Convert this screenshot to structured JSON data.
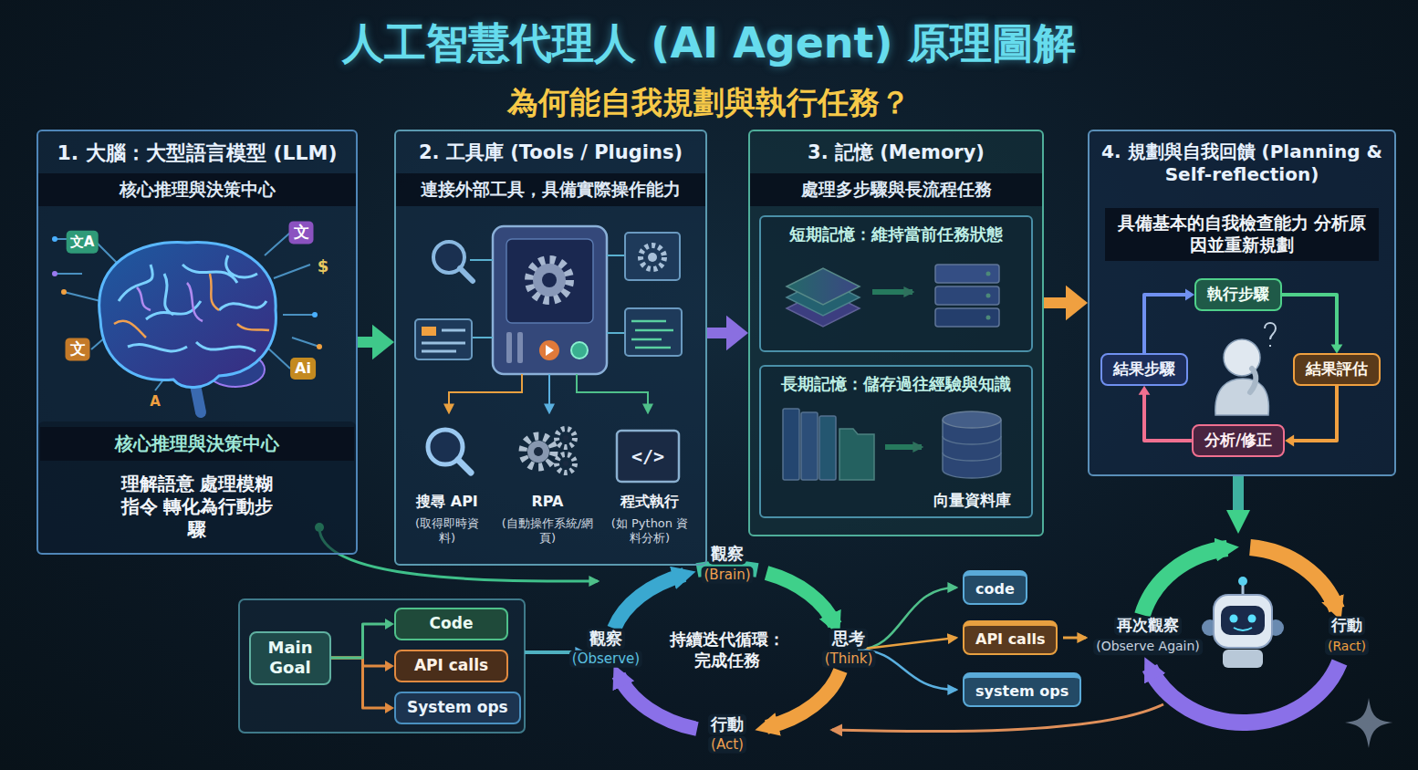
{
  "diagram": {
    "title": "人工智慧代理人 (AI Agent) 原理圖解",
    "nodes": [
      {
        "text": [
          "1. 大腦：大型語言模型 (LLM)",
          "核心推理與決策中心"
        ]
      },
      {
        "text": [
          "核心推理與決策中心",
          "理解語意 處理模糊指令 轉化為行動步驟"
        ],
        "in": 0
      },
      {
        "text": [
          "2. 工具庫 (Tools / Plugins)",
          "連接外部工具，具備實際操作能力"
        ]
      },
      {
        "text": [
          "3. 記憶 (Memory)",
          "處理多步驟與長流程任務"
        ]
      },
      {
        "text": [
          "短期記憶：維持當前任務狀態"
        ],
        "in": 3
      },
      {
        "text": [
          "長期記憶：儲存過往經驗與知識",
          "向量資料庫"
        ],
        "in": 3
      },
      {
        "text": [
          "4. 規劃與自我回饋 (Planning & Self-reflection)",
          "具備基本的自我檢查能力 分析原因並重新規劃"
        ]
      },
      {
        "text": [
          "執行步驟"
        ],
        "in": 6
      },
      {
        "text": [
          "結果評估"
        ],
        "in": 6
      },
      {
        "text": [
          "分析/修正"
        ],
        "in": 6
      },
      {
        "text": [
          "結果步驟"
        ],
        "in": 6
      },
      {
        "text": [
          "Main Goal"
        ]
      },
      {
        "text": [
          "Code"
        ]
      },
      {
        "text": [
          "API calls"
        ]
      },
      {
        "text": [
          "System ops"
        ]
      },
      {
        "text": [
          "code"
        ]
      },
      {
        "text": [
          "API calls"
        ]
      },
      {
        "text": [
          "system ops"
        ]
      }
    ],
    "edges": [
      {
        "from": 0,
        "to": 2,
        "arrow": "to"
      },
      {
        "from": 2,
        "to": 3,
        "arrow": "to"
      },
      {
        "from": 3,
        "to": 6,
        "arrow": "to"
      },
      {
        "from": 7,
        "to": 8,
        "arrow": "to"
      },
      {
        "from": 8,
        "to": 9,
        "arrow": "to"
      },
      {
        "from": 9,
        "to": 10,
        "arrow": "to"
      },
      {
        "from": 10,
        "to": 7,
        "arrow": "to"
      },
      {
        "from": 11,
        "to": 12,
        "arrow": "to"
      },
      {
        "from": 11,
        "to": 13,
        "arrow": "to"
      },
      {
        "from": 11,
        "to": 14,
        "arrow": "to"
      }
    ],
    "labels": [
      "為何能自我規劃與執行任務？",
      "文A",
      "文",
      "$",
      "文",
      "Ai",
      "A",
      "</>",
      "搜尋 API",
      "(取得即時資料)",
      "RPA",
      "(自動操作系統/網頁)",
      "程式執行",
      "(如 Python 資料分析)",
      "觀察",
      "(Brain)",
      "觀察",
      "(Observe)",
      "持續迭代循環： 完成任務",
      "思考",
      "(Think)",
      "行動",
      "(Act)",
      "再次觀察",
      "(Observe Again)",
      "行動",
      "(Ract)"
    ]
  }
}
